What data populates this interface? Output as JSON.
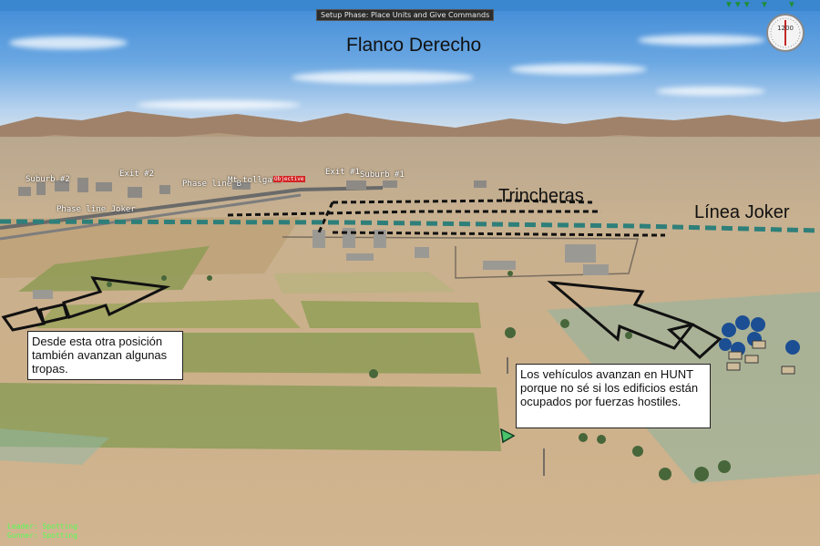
{
  "hud": {
    "phase_text": "Setup Phase: Place Units and Give Commands",
    "compass_value": "1200",
    "status_lines": [
      "Leader: Spotting",
      "Gunner: Spotting"
    ]
  },
  "overlay": {
    "title": "Flanco Derecho",
    "trincheras_label": "Trincheras",
    "joker_label": "Línea Joker",
    "note_left": "Desde esta otra posición también avanzan algunas tropas.",
    "note_right": "Los vehículos avanzan en HUNT porque no sé si los edificios están ocupados por fuerzas hostiles."
  },
  "map_labels": {
    "suburb2": "Suburb #2",
    "exit2": "Exit #2",
    "phase_line_b": "Phase line B",
    "mt_tollgate": "Mt.tollgate",
    "red_tag": "Objective",
    "exit1": "Exit #1",
    "suburb1": "Suburb #1",
    "phase_line_joker": "Phase line Joker"
  },
  "colors": {
    "joker_line": "#2e7f7a",
    "trench_line": "#111111",
    "arrow_outline": "#111111",
    "unit_marker": "#1c4e93"
  },
  "icons": [
    "compass-icon",
    "tree-icon",
    "unit-infantry-icon",
    "unit-vehicle-icon",
    "waypoint-arrow-icon"
  ]
}
